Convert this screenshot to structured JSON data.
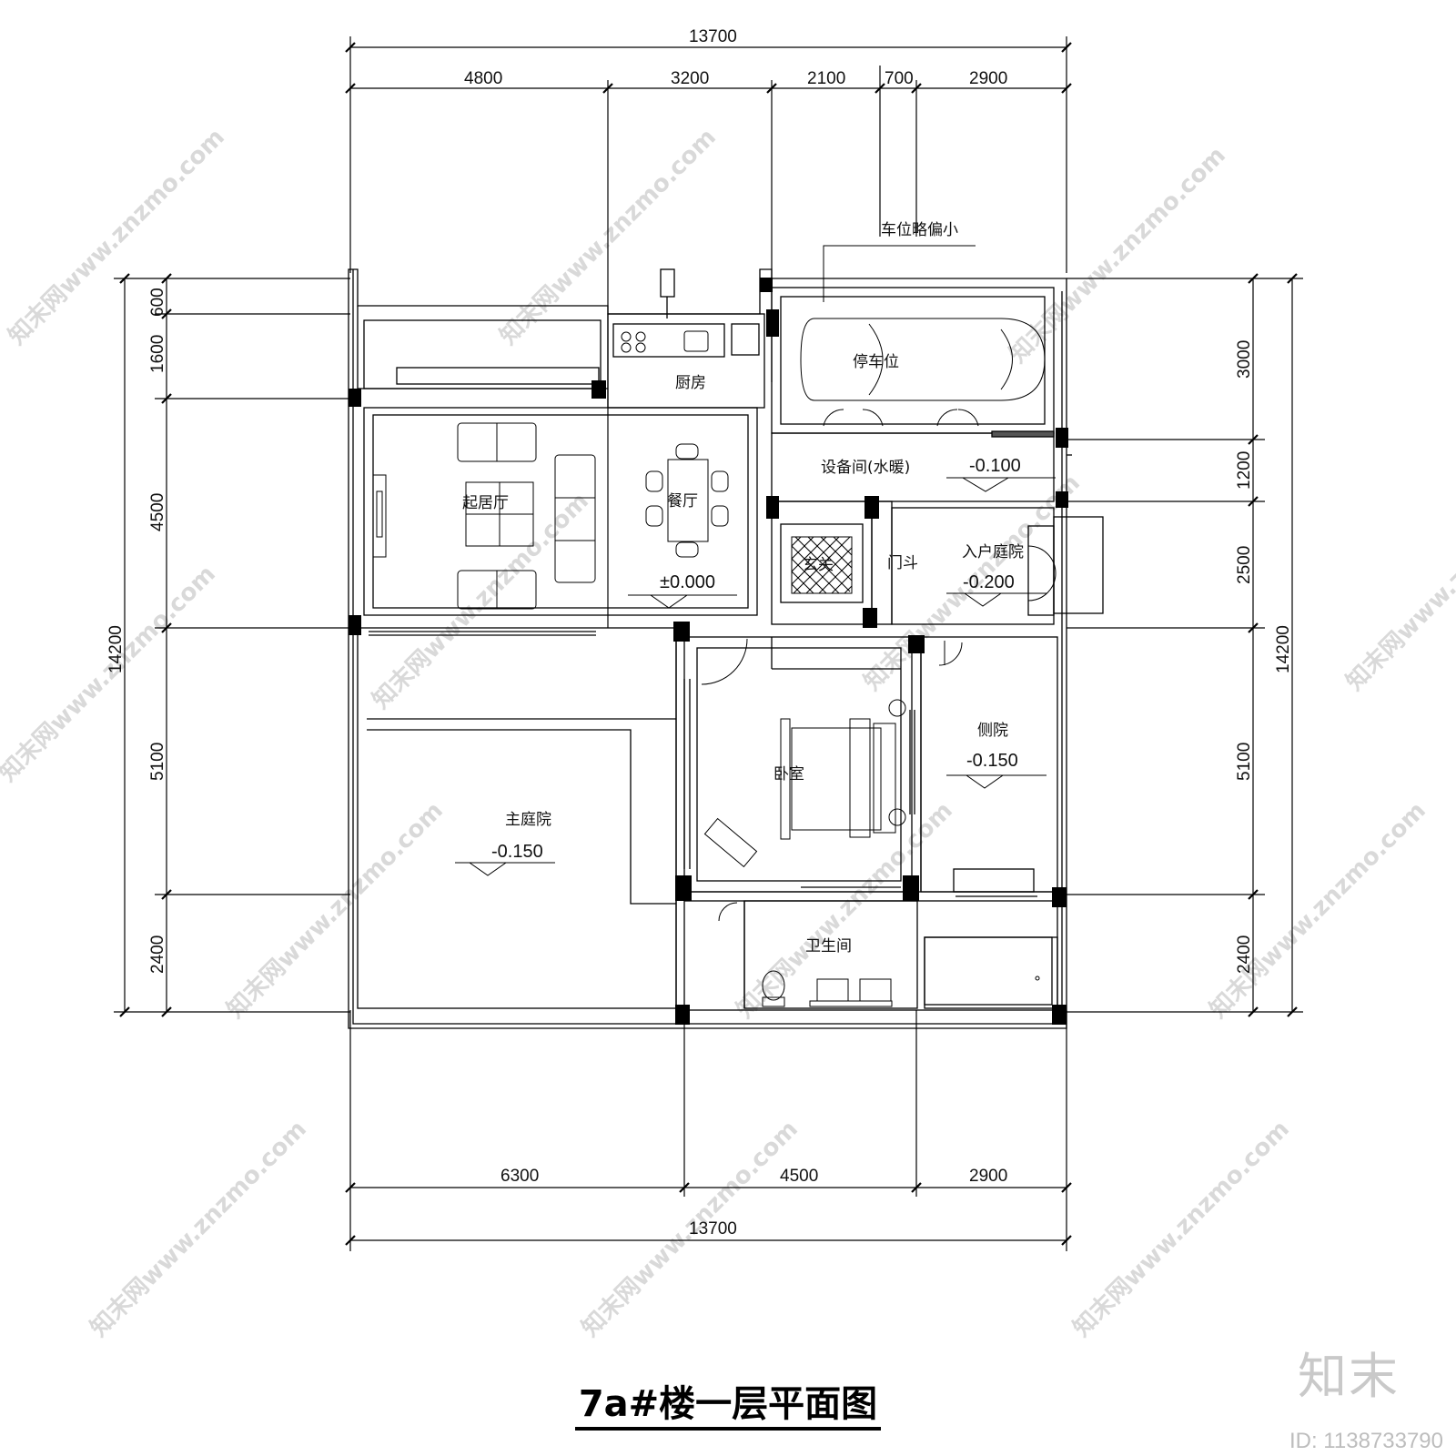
{
  "dimensions": {
    "top_total": "13700",
    "top_segments": [
      "4800",
      "3200",
      "2100",
      "700",
      "2900"
    ],
    "bottom_segments": [
      "6300",
      "4500",
      "2900"
    ],
    "bottom_total": "13700",
    "left_total": "14200",
    "left_segments": [
      "600",
      "1600",
      "4500",
      "5100",
      "2400"
    ],
    "right_total": "14200",
    "right_segments": [
      "3000",
      "1200",
      "2500",
      "5100",
      "2400"
    ]
  },
  "rooms": {
    "parking_note": "车位略偏小",
    "parking": "停车位",
    "kitchen": "厨房",
    "living": "起居厅",
    "dining": "餐厅",
    "equipment": "设备间(水暖)",
    "foyer": "玄关",
    "vestibule": "门斗",
    "entry_court": "入户庭院",
    "bedroom": "卧室",
    "side_court": "侧院",
    "main_court": "主庭院",
    "bathroom": "卫生间"
  },
  "levels": {
    "equipment": "-0.100",
    "living": "±0.000",
    "entry_court": "-0.200",
    "side_court": "-0.150",
    "main_court": "-0.150"
  },
  "title": "7a#楼一层平面图",
  "watermark": "知末网www.znzmo.com",
  "logo": "知末",
  "image_id": "ID: 1138733790"
}
